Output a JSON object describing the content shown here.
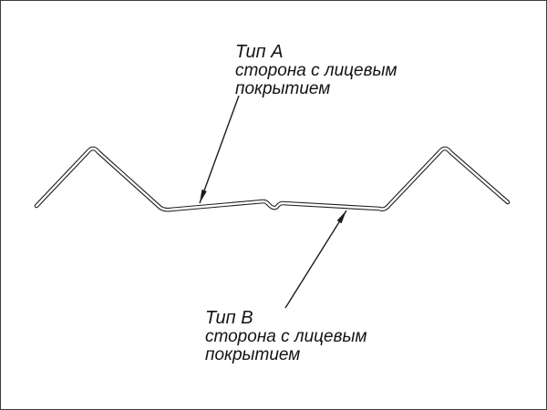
{
  "labels": {
    "type_a": {
      "title": "Тип А",
      "line1": "сторона с лицевым",
      "line2": "покрытием"
    },
    "type_b": {
      "title": "Тип В",
      "line1": "сторона с лицевым",
      "line2": "покрытием"
    }
  },
  "colors": {
    "line": "#1c1c1c",
    "background": "#ffffff"
  }
}
